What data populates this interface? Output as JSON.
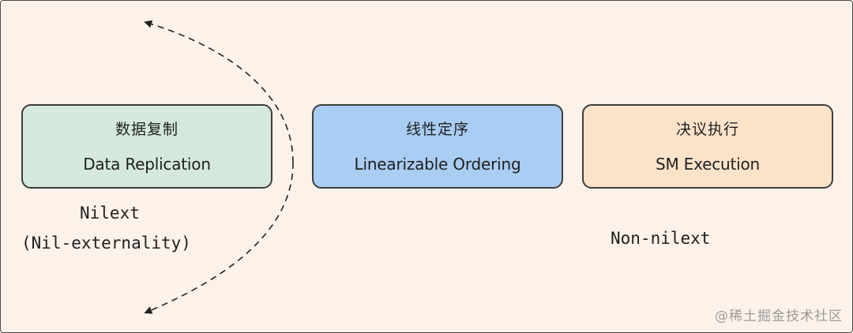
{
  "stages": {
    "replication": {
      "title_zh": "数据复制",
      "title_en": "Data Replication",
      "fill": "#d4e9dc"
    },
    "ordering": {
      "title_zh": "线性定序",
      "title_en": "Linearizable Ordering",
      "fill": "#a9cdf3"
    },
    "execution": {
      "title_zh": "决议执行",
      "title_en": "SM Execution",
      "fill": "#fbe3ca"
    }
  },
  "labels": {
    "nilext": "Nilext",
    "nilext_full": "(Nil-externality)",
    "non_nilext": "Non-nilext"
  },
  "watermark": "@稀土掘金技术社区",
  "colors": {
    "background": "#fcf2ea",
    "border": "#3d3d3d",
    "arrow": "#222222"
  }
}
